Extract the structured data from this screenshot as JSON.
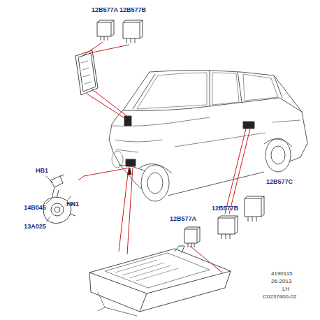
{
  "diagram": {
    "labels": [
      "12B577A",
      "12B577B",
      "HB1",
      "14B045",
      "13A025",
      "HN1",
      "12B577C",
      "12B577B",
      "12B577A",
      "4190115",
      "26-2013",
      "LH",
      "C0237400-02"
    ]
  }
}
